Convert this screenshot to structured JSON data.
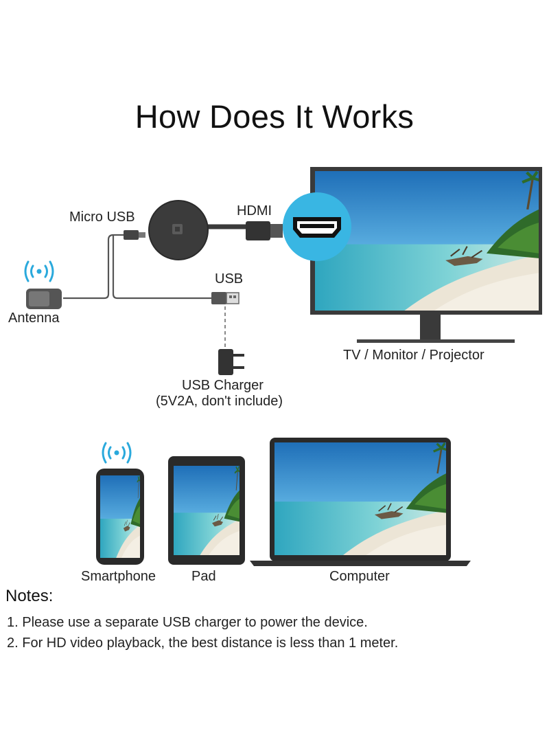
{
  "title": "How Does It Works",
  "diagram": {
    "labels": {
      "micro_usb": "Micro USB",
      "hdmi": "HDMI",
      "usb": "USB",
      "antenna": "Antenna",
      "tv": "TV / Monitor / Projector",
      "charger_line1": "USB Charger",
      "charger_line2": "(5V2A, don't include)"
    },
    "devices": {
      "smartphone": "Smartphone",
      "pad": "Pad",
      "computer": "Computer"
    }
  },
  "notes": {
    "heading": "Notes:",
    "items": [
      "1. Please use a separate USB charger to power the device.",
      "2. For HD video playback, the best distance is less than 1 meter."
    ]
  },
  "colors": {
    "hdmi_circle": "#39b6e3",
    "dongle": "#3a3a3a",
    "wifi": "#2aa9dc",
    "sky": "#2f8fd0",
    "sea": "#4fc2cf",
    "sand": "#e9e2d4"
  }
}
